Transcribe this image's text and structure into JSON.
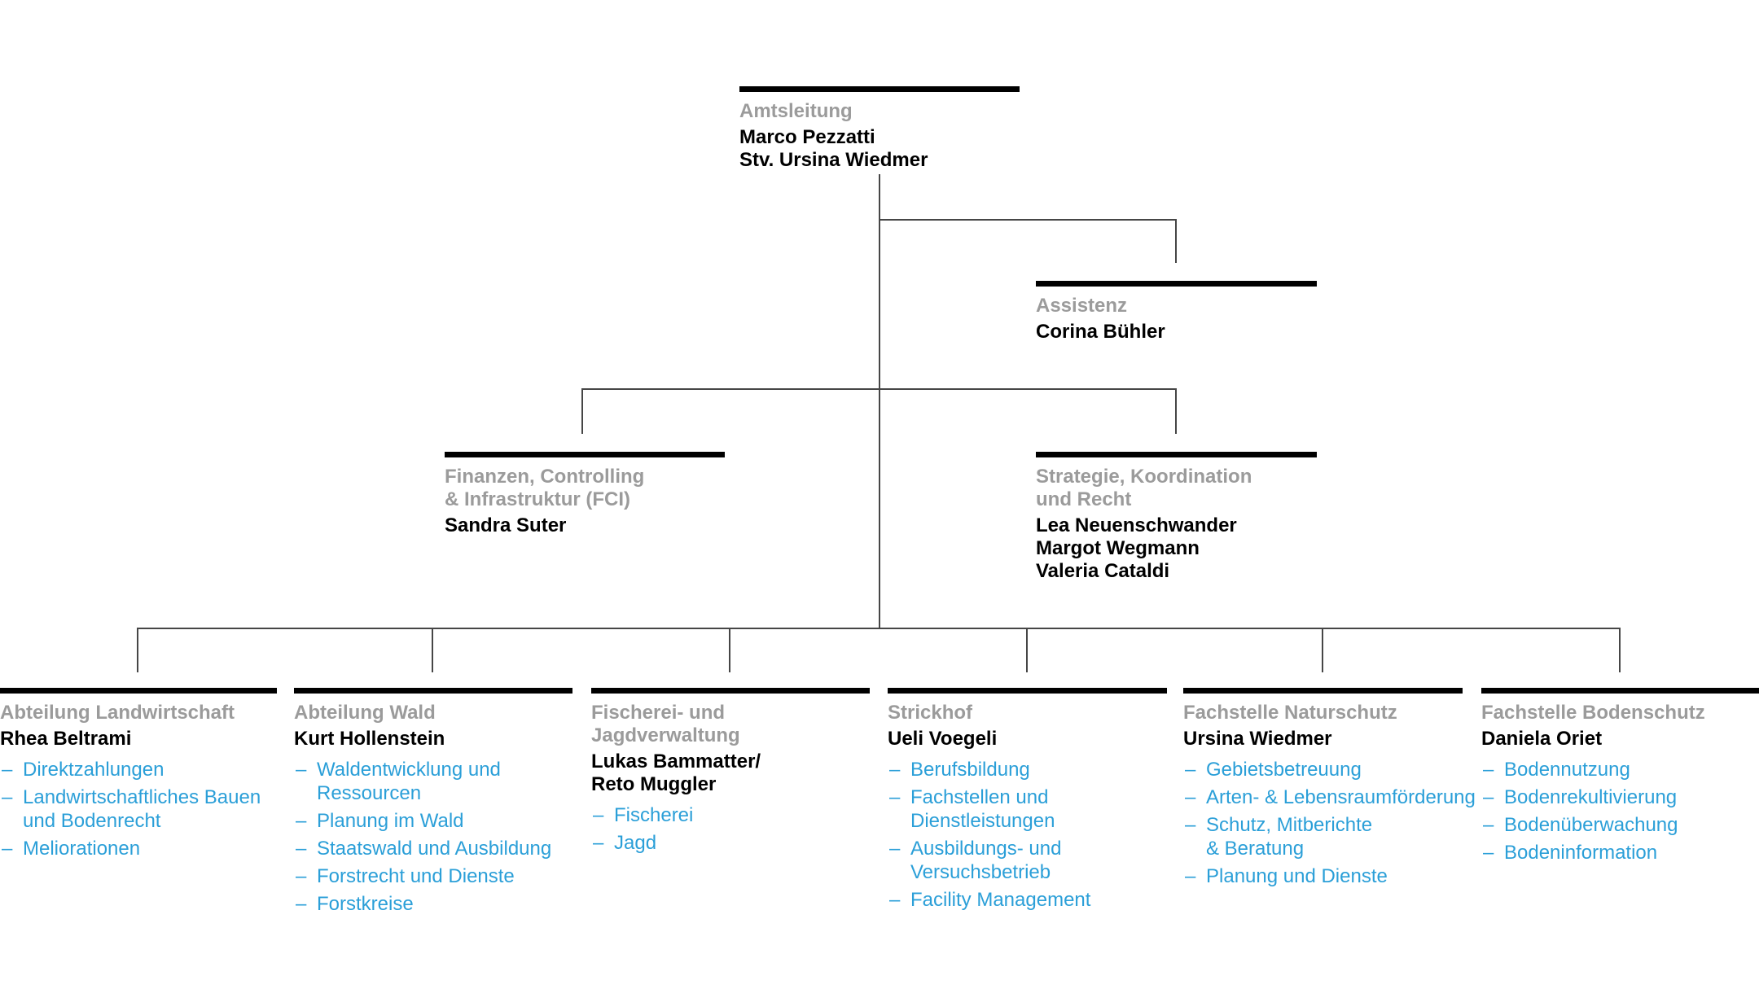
{
  "colors": {
    "bar_black": "#000000",
    "title_gray": "#9b9b9b",
    "name_black": "#000000",
    "item_blue": "#2b9fd8",
    "connector_gray": "#464646",
    "page_bg": "#ffffff"
  },
  "list_dash": "–",
  "nodes": {
    "amtsleitung": {
      "title": "Amtsleitung",
      "names": "Marco Pezzatti\nStv. Ursina Wiedmer"
    },
    "assistenz": {
      "title": "Assistenz",
      "names": "Corina Bühler"
    },
    "fci": {
      "title": "Finanzen, Controlling\n& Infrastruktur (FCI)",
      "names": "Sandra Suter"
    },
    "strategie": {
      "title": "Strategie, Koordination\nund Recht",
      "names": "Lea Neuenschwander\nMargot Wegmann\nValeria Cataldi"
    },
    "landwirtschaft": {
      "title": "Abteilung Landwirtschaft",
      "names": "Rhea Beltrami",
      "items": [
        "Direktzahlungen",
        "Landwirtschaftliches Bauen\nund Bodenrecht",
        "Meliorationen"
      ]
    },
    "wald": {
      "title": "Abteilung Wald",
      "names": "Kurt Hollenstein",
      "items": [
        "Waldentwicklung und\nRessourcen",
        "Planung im Wald",
        "Staatswald und Ausbildung",
        "Forstrecht und Dienste",
        "Forstkreise"
      ]
    },
    "fischerei": {
      "title": "Fischerei- und\nJagdverwaltung",
      "names": "Lukas Bammatter/\nReto Muggler",
      "items": [
        "Fischerei",
        "Jagd"
      ]
    },
    "strickhof": {
      "title": "Strickhof",
      "names": "Ueli Voegeli",
      "items": [
        "Berufsbildung",
        "Fachstellen und\nDienstleistungen",
        "Ausbildungs- und\nVersuchsbetrieb",
        "Facility Management"
      ]
    },
    "naturschutz": {
      "title": "Fachstelle Naturschutz",
      "names": "Ursina Wiedmer",
      "items": [
        "Gebietsbetreuung",
        "Arten- & Lebensraumförderung",
        "Schutz, Mitberichte\n& Beratung",
        "Planung und Dienste"
      ]
    },
    "bodenschutz": {
      "title": "Fachstelle Bodenschutz",
      "names": "Daniela Oriet",
      "items": [
        "Bodennutzung",
        "Bodenrekultivierung",
        "Bodenüberwachung",
        "Bodeninformation"
      ]
    }
  }
}
